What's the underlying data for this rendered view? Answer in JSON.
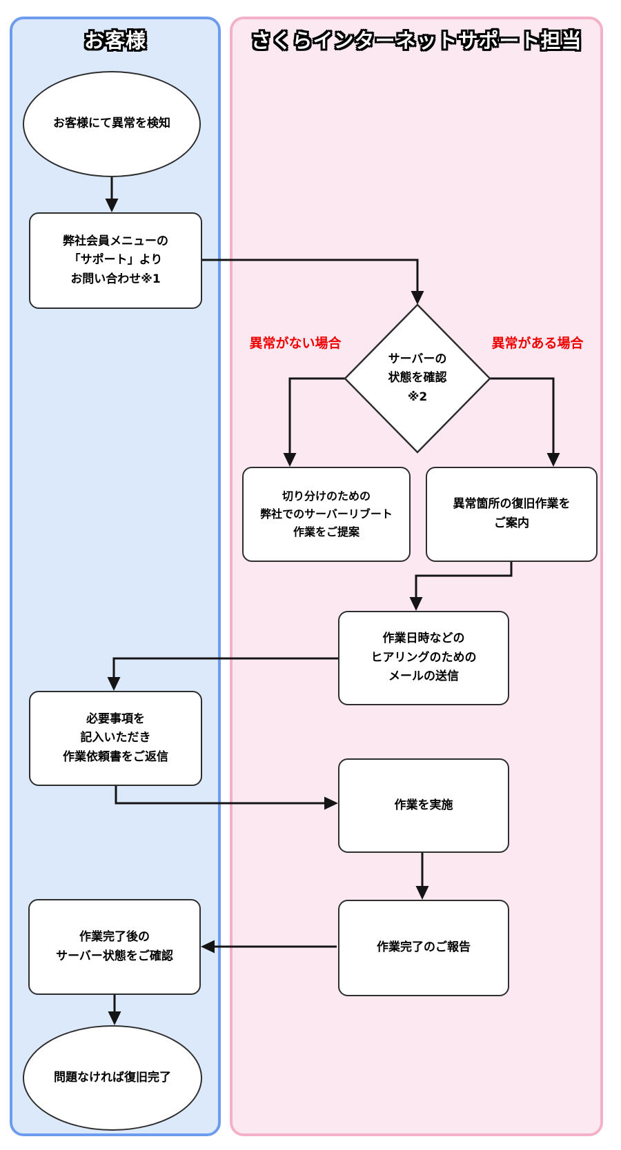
{
  "panels": {
    "customer": {
      "title": "お客様",
      "fill": "#dce9fb",
      "border": "#6d9cef"
    },
    "support": {
      "title": "さくらインターネットサポート担当",
      "fill": "#fce8f0",
      "border": "#f4b0c6"
    }
  },
  "nodes": {
    "detect": {
      "type": "ellipse",
      "lane": "customer",
      "lines": [
        "お客様にて異常を検知"
      ]
    },
    "contact": {
      "type": "process",
      "lane": "customer",
      "lines": [
        "弊社会員メニューの",
        "「サポート」より",
        "お問い合わせ※1"
      ]
    },
    "check": {
      "type": "decision",
      "lane": "support",
      "lines": [
        "サーバーの",
        "状態を確認",
        "※2"
      ]
    },
    "reboot": {
      "type": "process",
      "lane": "support",
      "lines": [
        "切り分けのための",
        "弊社でのサーバーリブート",
        "作業をご提案"
      ]
    },
    "restore": {
      "type": "process",
      "lane": "support",
      "lines": [
        "異常箇所の復旧作業を",
        "ご案内"
      ]
    },
    "mail": {
      "type": "process",
      "lane": "support",
      "lines": [
        "作業日時などの",
        "ヒアリングのための",
        "メールの送信"
      ]
    },
    "reply": {
      "type": "process",
      "lane": "customer",
      "lines": [
        "必要事項を",
        "記入いただき",
        "作業依頼書をご返信"
      ]
    },
    "work": {
      "type": "process",
      "lane": "support",
      "lines": [
        "作業を実施"
      ]
    },
    "report": {
      "type": "process",
      "lane": "support",
      "lines": [
        "作業完了のご報告"
      ]
    },
    "confirm": {
      "type": "process",
      "lane": "customer",
      "lines": [
        "作業完了後の",
        "サーバー状態をご確認"
      ]
    },
    "done": {
      "type": "ellipse",
      "lane": "customer",
      "lines": [
        "問題なければ復旧完了"
      ]
    }
  },
  "branch_labels": {
    "no_issue": "異常がない場合",
    "issue": "異常がある場合"
  },
  "colors": {
    "line": "#141414",
    "node_border": "#2d2d2d",
    "node_fill": "#ffffff",
    "branch_label": "#ee0000",
    "title_fill": "#ffffff",
    "title_outline": "#000000"
  }
}
